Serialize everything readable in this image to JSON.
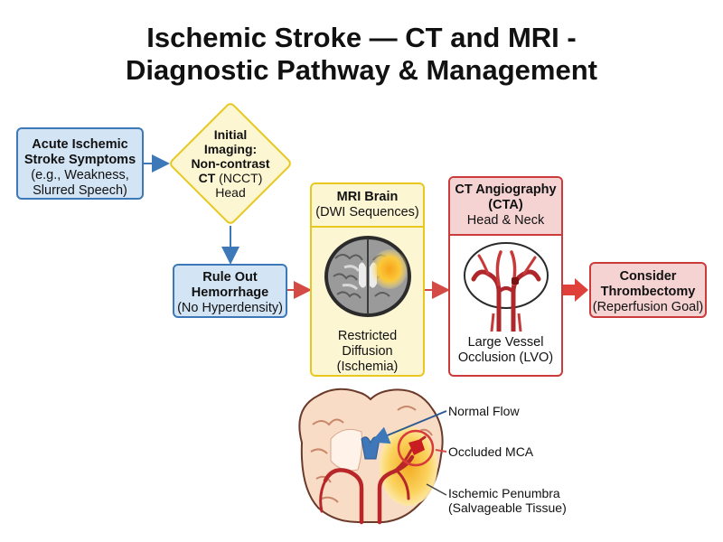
{
  "title": {
    "line1": "Ischemic Stroke — CT and MRI -",
    "line2": "Diagnostic Pathway & Management"
  },
  "nodes": {
    "symptoms": {
      "title_line1": "Acute Ischemic",
      "title_line2": "Stroke Symptoms",
      "detail_line1": "(e.g., Weakness,",
      "detail_line2": "Slurred Speech)"
    },
    "initial_imaging": {
      "line1": "Initial",
      "line2": "Imaging:",
      "line3": "Non-contrast",
      "line4_bold": "CT",
      "line4_rest": " (NCCT)",
      "line5": "Head"
    },
    "rule_out": {
      "title_line1": "Rule Out",
      "title_line2": "Hemorrhage",
      "detail": "(No Hyperdensity)"
    },
    "mri": {
      "title": "MRI Brain",
      "subtitle": "(DWI Sequences)",
      "caption_line1": "Restricted",
      "caption_line2": "Diffusion",
      "caption_line3": "(Ischemia)"
    },
    "cta": {
      "title_line1": "CT Angiography",
      "title_line2": "(CTA)",
      "subtitle": "Head & Neck",
      "caption_line1": "Large Vessel",
      "caption_line2": "Occlusion (LVO)"
    },
    "thrombectomy": {
      "title_line1": "Consider",
      "title_line2": "Thrombectomy",
      "detail": "(Reperfusion Goal)"
    }
  },
  "illustration_labels": {
    "normal_flow": "Normal Flow",
    "occluded_mca": "Occluded MCA",
    "penumbra_line1": "Ischemic Penumbra",
    "penumbra_line2": "(Salvageable Tissue)"
  },
  "colors": {
    "blue_fill": "#d3e4f5",
    "blue_border": "#3d79b8",
    "yellow_fill": "#fdf6d3",
    "yellow_border": "#e8c81e",
    "red_fill": "#f6d3d3",
    "red_border": "#cc3b3b",
    "arrow_red": "#e0403a"
  }
}
